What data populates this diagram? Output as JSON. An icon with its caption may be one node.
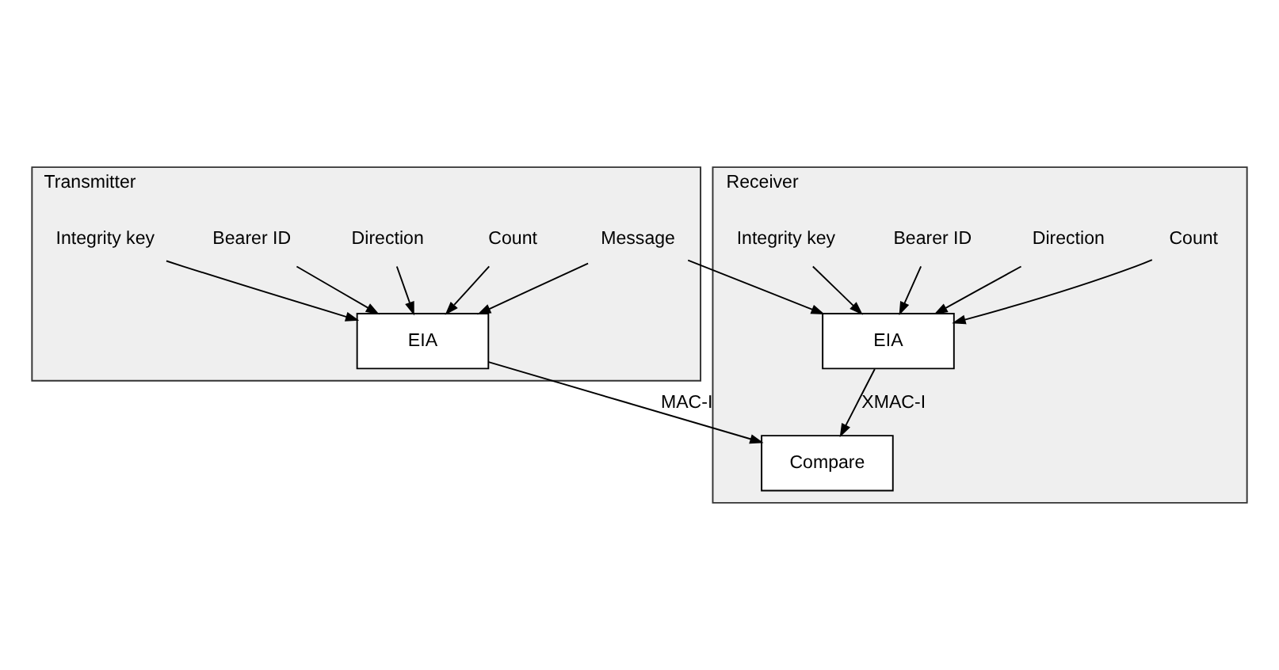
{
  "diagram": {
    "nodes": [
      {
        "text": [
          "Transmitter"
        ]
      },
      {
        "text": [
          "Message"
        ],
        "in": 0
      },
      {
        "text": [
          "Count"
        ],
        "in": 0
      },
      {
        "text": [
          "Direction"
        ],
        "in": 0
      },
      {
        "text": [
          "Bearer ID"
        ],
        "in": 0
      },
      {
        "text": [
          "Integrity key"
        ],
        "in": 0
      },
      {
        "text": [
          "EIA"
        ],
        "in": 0
      },
      {
        "text": [
          "Receiver"
        ]
      },
      {
        "text": [
          "Count"
        ],
        "in": 7
      },
      {
        "text": [
          "Direction"
        ],
        "in": 7
      },
      {
        "text": [
          "Bearer ID"
        ],
        "in": 7
      },
      {
        "text": [
          "Integrity key"
        ],
        "in": 7
      },
      {
        "text": [
          "EIA"
        ],
        "in": 7
      },
      {
        "text": [
          "Compare"
        ],
        "in": 7
      }
    ],
    "edges": [
      {
        "from": 1,
        "to": 6,
        "arrow": "to"
      },
      {
        "from": 1,
        "to": 12,
        "arrow": "to"
      },
      {
        "from": 2,
        "to": 6,
        "arrow": "to"
      },
      {
        "from": 3,
        "to": 6,
        "arrow": "to"
      },
      {
        "from": 4,
        "to": 6,
        "arrow": "to"
      },
      {
        "from": 5,
        "to": 6,
        "arrow": "to"
      },
      {
        "from": 8,
        "to": 12,
        "arrow": "to"
      },
      {
        "from": 9,
        "to": 12,
        "arrow": "to"
      },
      {
        "from": 10,
        "to": 12,
        "arrow": "to"
      },
      {
        "from": 11,
        "to": 12,
        "arrow": "to"
      },
      {
        "from": 12,
        "to": 13,
        "arrow": "to",
        "label": "XMAC-I"
      },
      {
        "from": 6,
        "to": 13,
        "arrow": "to",
        "label": "MAC-I"
      }
    ]
  }
}
